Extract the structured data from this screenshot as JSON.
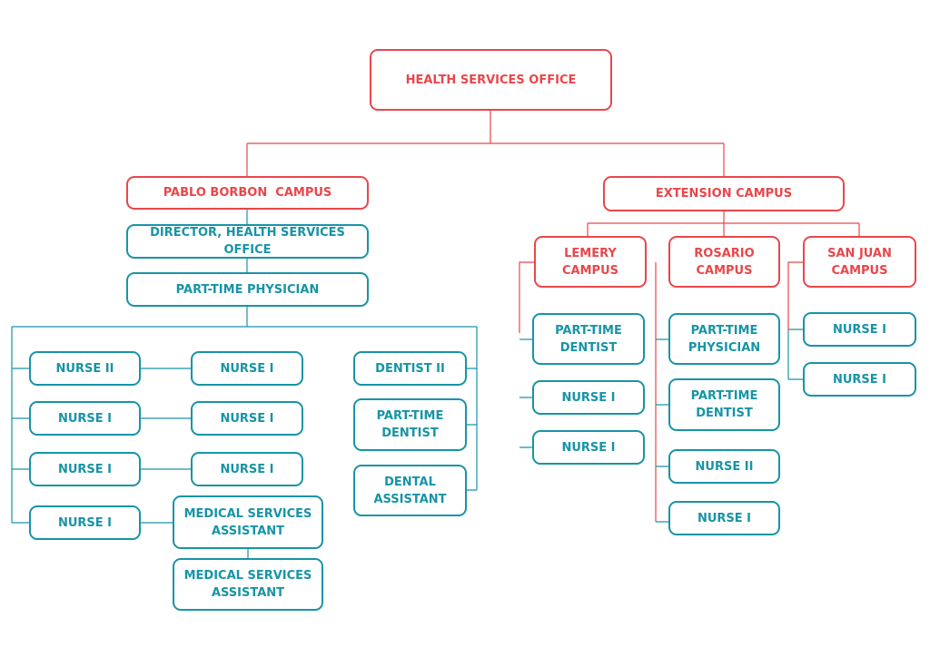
{
  "colors": {
    "office": "#e8474b",
    "staff": "#1794a6"
  },
  "root": {
    "label": "HEALTH SERVICES OFFICE"
  },
  "pablo_borbon": {
    "label": "PABLO BORBON  CAMPUS",
    "director": "DIRECTOR, HEALTH SERVICES OFFICE",
    "physician": "PART-TIME PHYSICIAN",
    "left_column": [
      "NURSE II",
      "NURSE I",
      "NURSE I",
      "NURSE I"
    ],
    "middle_column": [
      "NURSE I",
      "NURSE I",
      "NURSE I",
      "MEDICAL SERVICES\nASSISTANT",
      "MEDICAL SERVICES\nASSISTANT"
    ],
    "dental_column": [
      "DENTIST II",
      "PART-TIME\nDENTIST",
      "DENTAL\nASSISTANT"
    ]
  },
  "extension": {
    "label": "EXTENSION CAMPUS",
    "lemery": {
      "label": "LEMERY\nCAMPUS",
      "staff": [
        "PART-TIME\nDENTIST",
        "NURSE I",
        "NURSE I"
      ]
    },
    "rosario": {
      "label": "ROSARIO\nCAMPUS",
      "staff": [
        "PART-TIME\nPHYSICIAN",
        "PART-TIME\nDENTIST",
        "NURSE II",
        "NURSE I"
      ]
    },
    "san_juan": {
      "label": "SAN JUAN\nCAMPUS",
      "staff": [
        "NURSE I",
        "NURSE I"
      ]
    }
  }
}
